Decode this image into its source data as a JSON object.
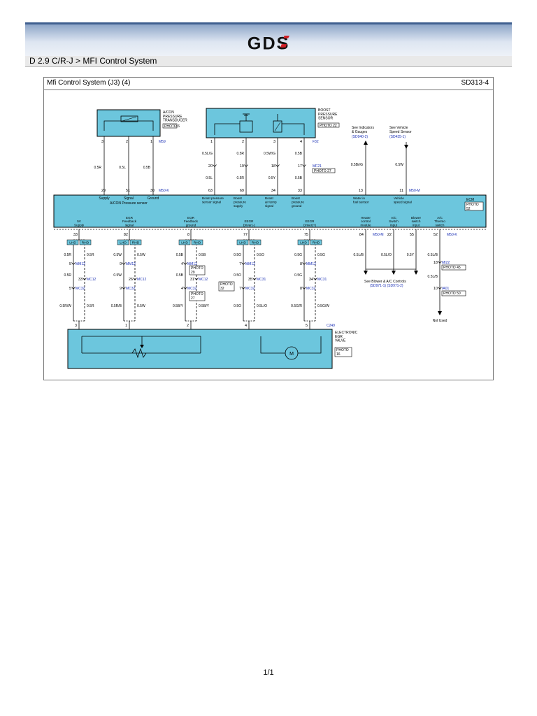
{
  "header": {
    "logo_text": "GDS",
    "breadcrumb": "D 2.9 C/R-J > MFI Control System"
  },
  "diagram": {
    "title": "Mfi Control System (J3) (4)",
    "code": "SD313-4",
    "colors": {
      "component_fill": "#6cc6dd",
      "component_stroke": "#000000",
      "connector_code": "#1a2fb5",
      "lhd_rhd_fill": "#6cc6dd"
    },
    "acon": {
      "label": [
        "A/CON",
        "PRESSURE",
        "TRANSDUCER"
      ],
      "photo": "PHOTO 6",
      "connector": "M59",
      "pins_top": [
        "3",
        "2",
        "1"
      ],
      "wires": [
        "0.5R",
        "0.5L",
        "0.5B"
      ]
    },
    "boost": {
      "label": [
        "BOOST",
        "PRESSURE",
        "SENSOR"
      ],
      "photo": "PHOTO 22",
      "connector": "F32",
      "pins_top": [
        "1",
        "2",
        "3",
        "4"
      ],
      "wires_upper": [
        "0.5L/G",
        "0.5R",
        "0.5W/G",
        "0.5B"
      ],
      "mid_pins": [
        "20",
        "19",
        "18",
        "17"
      ],
      "mid_connector": "MF21",
      "mid_photo": "PHOTO 27",
      "wires_lower": [
        "0.5L",
        "0.5R",
        "0.5Y",
        "0.5B"
      ]
    },
    "indicators": {
      "label": [
        "See Indicators",
        "& Gauges"
      ],
      "ref": "(SD940-2)",
      "wire": "0.5Br/G"
    },
    "vss": {
      "label": [
        "See Vehicle",
        "Speed Sensor"
      ],
      "ref": "(SD435-1)",
      "wire": "0.5W"
    },
    "ecm": {
      "label": "ECM",
      "photo": [
        "PHOTO",
        "52"
      ],
      "top_pins": [
        "29",
        "51",
        "30",
        "63",
        "69",
        "34",
        "33",
        "13",
        "11"
      ],
      "top_connectors": [
        "M50-K",
        "M50-M"
      ],
      "top_labels": [
        "Supply",
        "Signal",
        "Ground",
        "A/CON Pressure sensor",
        "Boost pressure|sensor signal",
        "Boost|pressure|supply",
        "Boost|air temp|signal",
        "Boost|pressure|ground",
        "Water in|fuel sensor",
        "Vehicle|speed signal"
      ],
      "bottom_labels": [
        "5V|Supply",
        "EGR|Feedback|signal",
        "EGR|Feedback|ground",
        "EEGR|Driver(-)",
        "EEGR|Driver(+)",
        "Heater|control|module",
        "A/C|Switch|input",
        "Blower|switch|input",
        "A/C|Thermo|switch"
      ],
      "bottom_pins": [
        "33",
        "82",
        "8",
        "77",
        "75",
        "84",
        "22",
        "55",
        "52"
      ],
      "bottom_connectors": [
        "M50-M",
        "M50-K"
      ]
    },
    "lhd_rhd": {
      "lhd": "LHD",
      "rhd": "RHD"
    },
    "egr_wires": {
      "lhd_upper": [
        "0.5R",
        "0.5W",
        "0.5B",
        "0.5O",
        "0.5G"
      ],
      "rhd_upper": [
        "0.5R",
        "0.5W",
        "0.5B",
        "0.5O",
        "0.5G"
      ],
      "mm12_pins": [
        "5",
        "9",
        "4",
        "7",
        "8"
      ],
      "mm12": "MM12",
      "mc12_pins": [
        "33",
        "26",
        "31",
        "35",
        "34"
      ],
      "mc12": "MC12",
      "mc31": "MC31",
      "lhd_mid": [
        "0.5R",
        "0.5W",
        "0.5B",
        "0.5O",
        "0.5G"
      ],
      "mc32_pins": [
        "5",
        "9",
        "4",
        "7",
        "8"
      ],
      "mc32": "MC32",
      "lhd_lower": [
        "0.5R/W",
        "0.5R/B",
        "0.5B/Y",
        "0.5O",
        "0.5G/R"
      ],
      "rhd_lower": [
        "0.5R",
        "0.5W",
        "0.5B/Y",
        "0.5L/O",
        "0.5G/W"
      ],
      "photo_29": [
        "PHOTO",
        "29"
      ],
      "photo_32": [
        "PHOTO",
        "32"
      ],
      "photo_27": [
        "PHOTO",
        "27"
      ]
    },
    "right_wires": {
      "heater": "0.5L/B",
      "ac": "0.5L/O",
      "blower": "0.5Y",
      "thermo": "0.5L/B",
      "see_blower": "See Blower & A/C Controls",
      "see_blower_ref": "(SD971-1) (SD971-2)"
    },
    "thermo": {
      "mi22_pin": "18",
      "mi22": "MI22",
      "photo_45": "PHOTO 45",
      "wire2": "0.5L/B",
      "ia01_pin": "10",
      "ia01": "IA01",
      "photo_50": "PHOTO 50",
      "not_used": "Not Used"
    },
    "egr_valve": {
      "pins": [
        "3",
        "1",
        "2",
        "4",
        "5"
      ],
      "connector": "C249",
      "label": [
        "ELECTRONIC",
        "EGR",
        "VALVE"
      ],
      "photo": [
        "PHOTO",
        "16"
      ],
      "motor": "M"
    }
  },
  "footer": {
    "page": "1/1"
  }
}
